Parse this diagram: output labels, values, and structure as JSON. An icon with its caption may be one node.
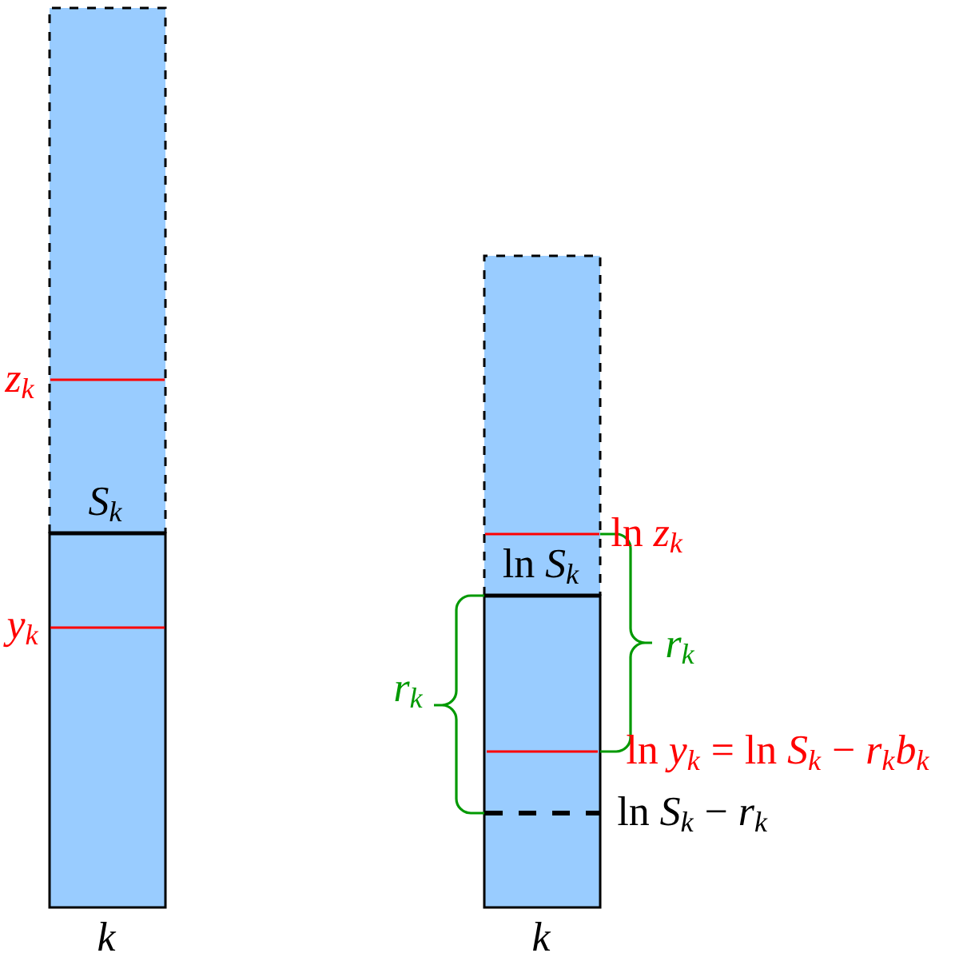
{
  "diagram": {
    "labels": [
      "z$_{k}$",
      "S$_{k}$",
      "ln *z$_{k}$*",
      "ln *S$_{k}$*",
      "y$_{k}$",
      "r$_{k}$",
      "r$_{k}$",
      "ln *y$_{k}$* = ln *S$_{k}$* − *r$_{k}$b$_{k}$*",
      "ln *S$_{k}$* − *r$_{k}$*",
      "k",
      "k"
    ]
  }
}
